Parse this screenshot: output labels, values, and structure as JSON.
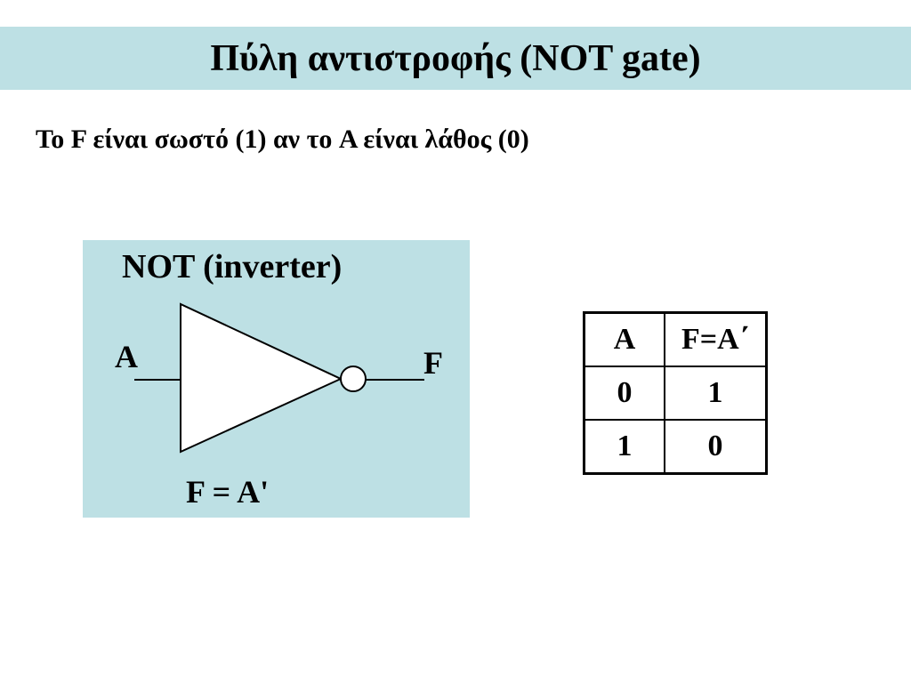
{
  "slide": {
    "title": "Πύλη αντιστροφής (NOT gate)",
    "subtitle": "Το F είναι σωστό (1) αν το A είναι λάθος (0)"
  },
  "diagram": {
    "gate_name": "NOT (inverter)",
    "input_label": "A",
    "output_label": "F",
    "formula": "F = A'"
  },
  "truth_table": {
    "headers": [
      "A",
      "F=A΄"
    ],
    "rows": [
      [
        "0",
        "1"
      ],
      [
        "1",
        "0"
      ]
    ]
  },
  "colors": {
    "panel_background": "#bde0e4",
    "line": "#000000",
    "gate_fill": "#ffffff"
  }
}
